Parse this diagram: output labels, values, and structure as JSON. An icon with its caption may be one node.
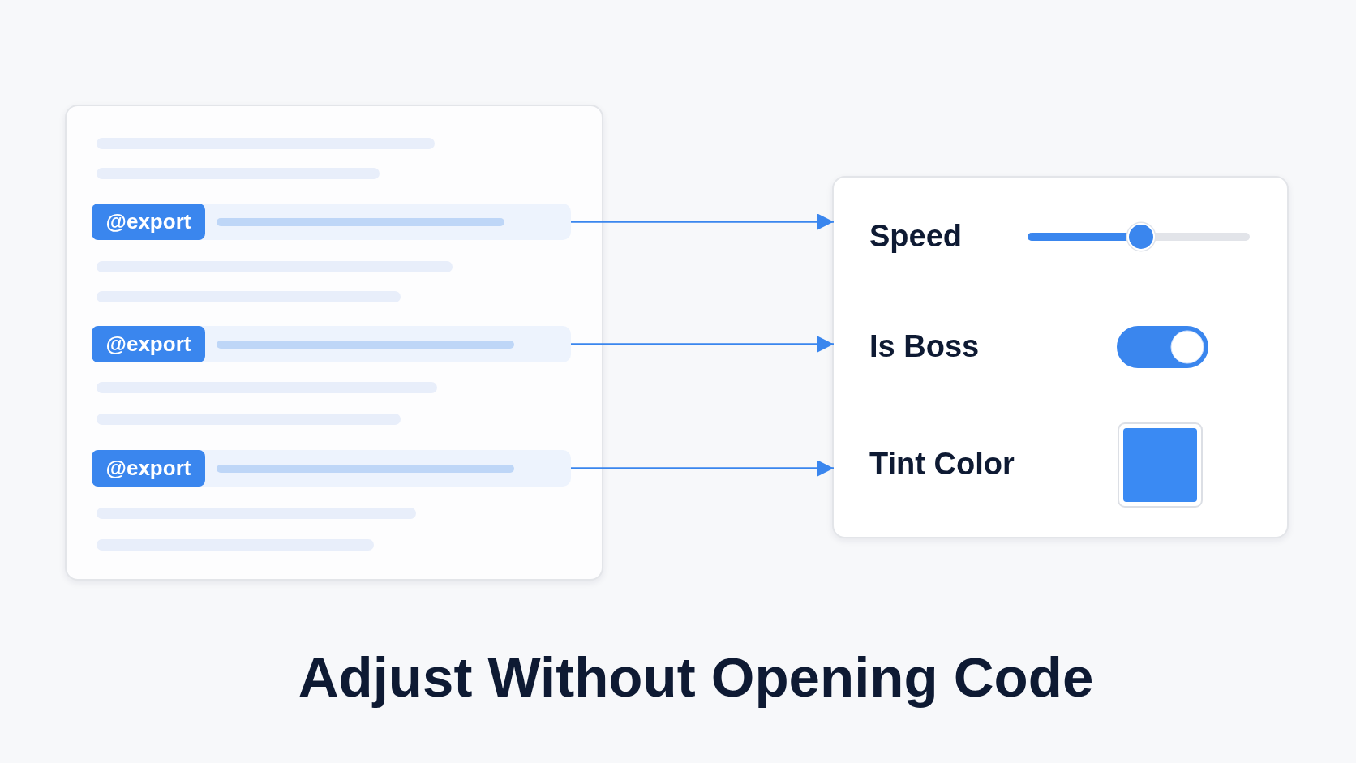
{
  "diagram": {
    "title": "Adjust Without Opening Code",
    "nodes": [
      {
        "text": [],
        "shape": "box"
      },
      {
        "text": [
          "@export"
        ],
        "in": 0
      },
      {
        "text": [
          "@export"
        ],
        "in": 0
      },
      {
        "text": [
          "@export"
        ],
        "in": 0
      },
      {
        "text": [],
        "shape": "box"
      },
      {
        "text": [
          "Speed"
        ],
        "in": 4
      },
      {
        "text": [
          "Is Boss"
        ],
        "in": 4
      },
      {
        "text": [
          "Tint Color"
        ],
        "in": 4
      }
    ],
    "edges": [
      {
        "from": 1,
        "to": 5,
        "arrow": "to"
      },
      {
        "from": 2,
        "to": 6,
        "arrow": "to"
      },
      {
        "from": 3,
        "to": 7,
        "arrow": "to"
      }
    ]
  }
}
